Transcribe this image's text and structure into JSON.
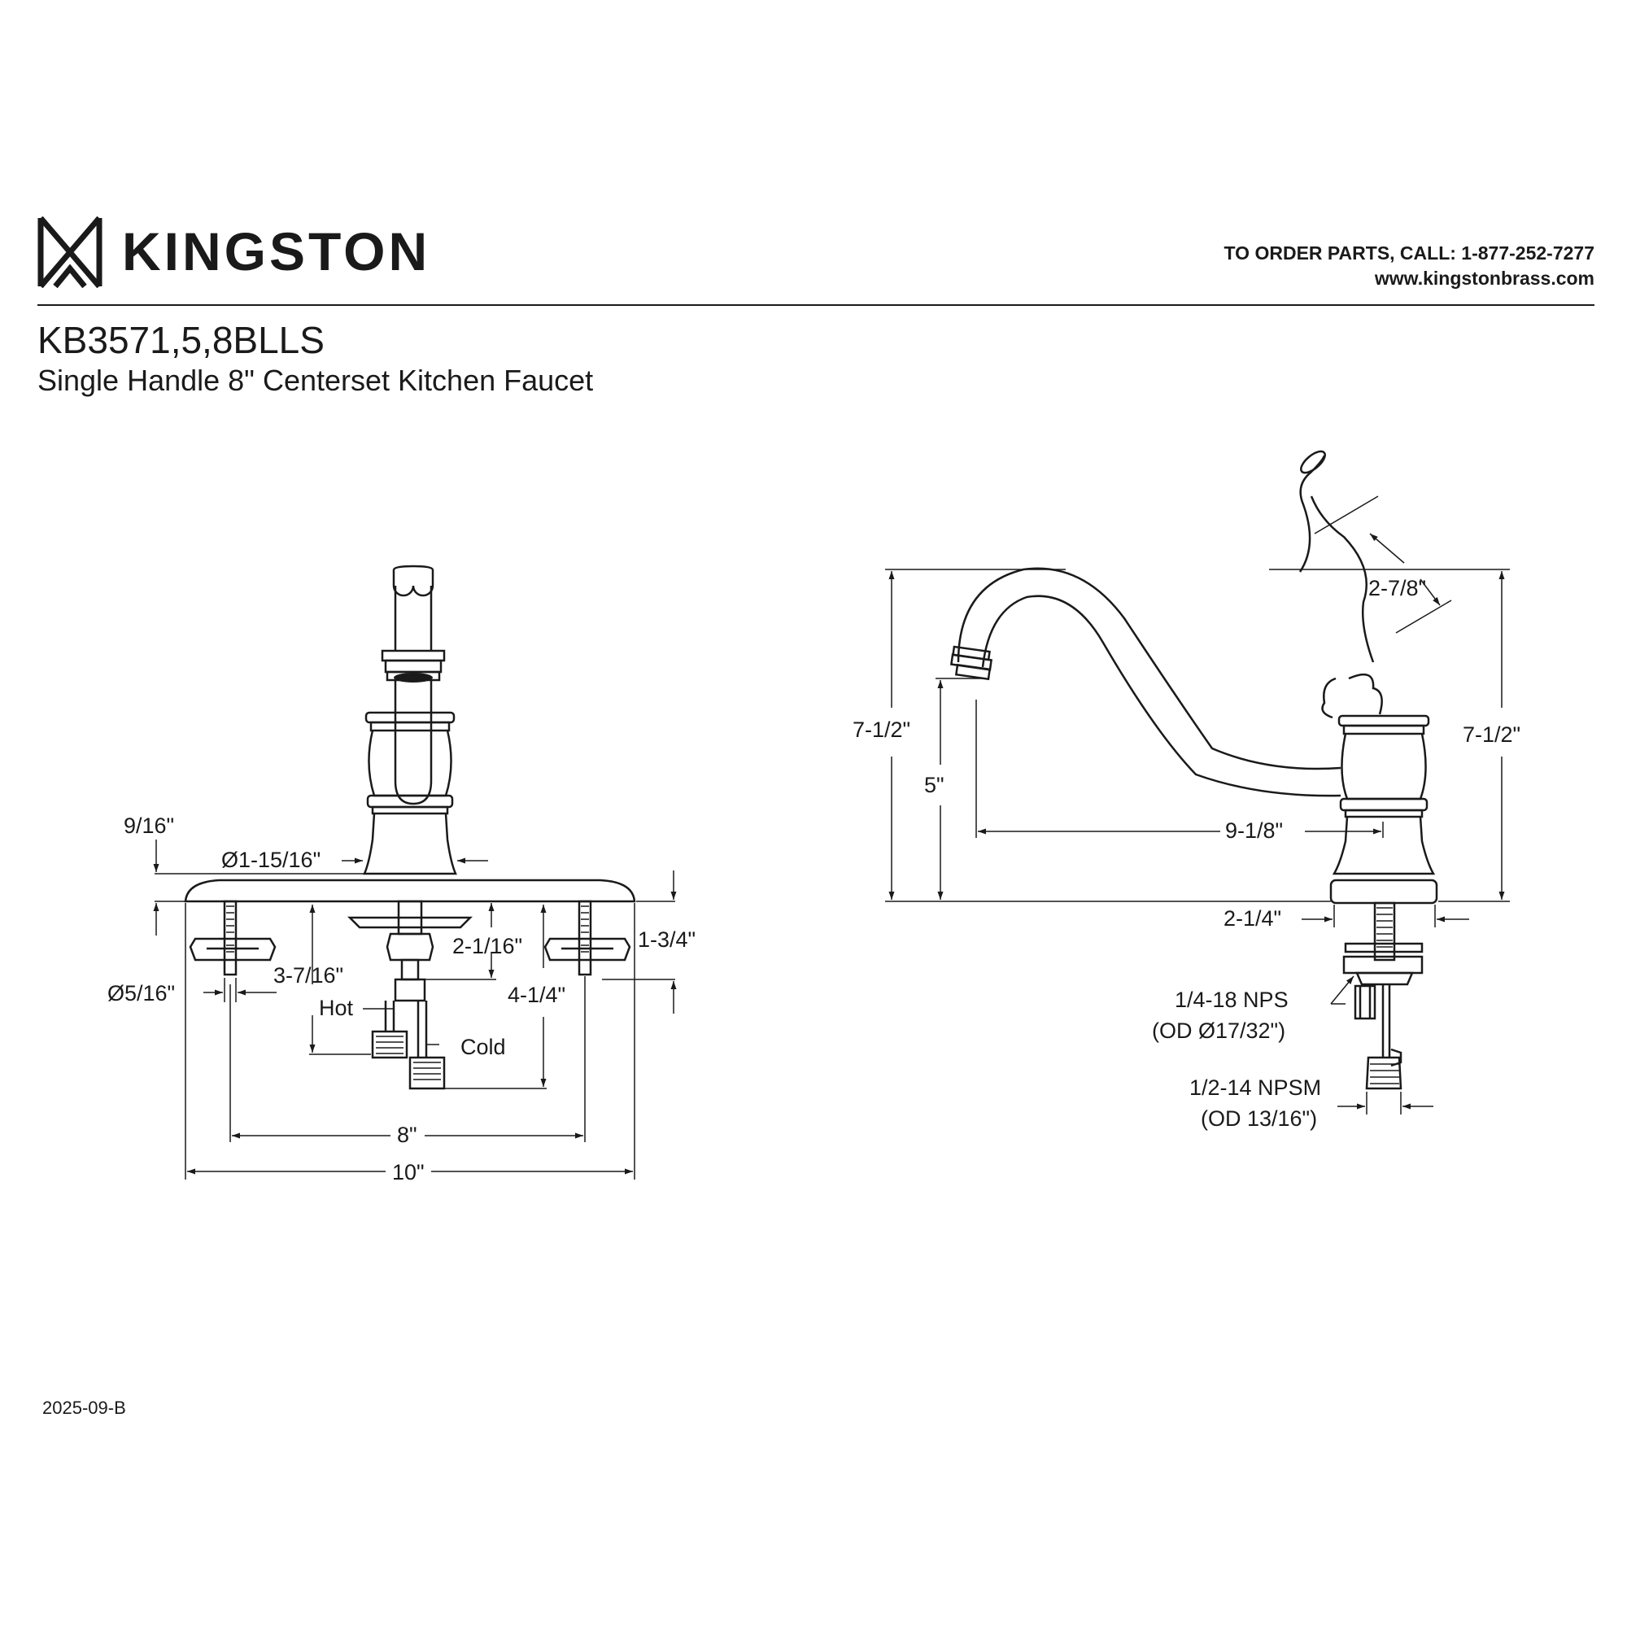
{
  "header": {
    "brand_name": "KINGSTON",
    "logo_icon": "kingston-crown-monogram",
    "contact_line1": "TO ORDER PARTS, CALL: 1-877-252-7277",
    "contact_line2": "www.kingstonbrass.com"
  },
  "product": {
    "model": "KB3571,5,8BLLS",
    "title": "Single Handle 8\" Centerset Kitchen Faucet"
  },
  "front_view": {
    "dim_plate_thickness": "9/16\"",
    "dim_base_diameter": "Ø1-15/16\"",
    "dim_shank_length": "1-3/4\"",
    "dim_supply_depth": "2-1/16\"",
    "dim_hot_depth": "3-7/16\"",
    "dim_cold_depth": "4-1/4\"",
    "dim_bolt_diameter": "Ø5/16\"",
    "label_hot": "Hot",
    "label_cold": "Cold",
    "dim_centers": "8\"",
    "dim_plate_width": "10\""
  },
  "side_view": {
    "dim_handle_length": "2-7/8\"",
    "dim_overall_height_left": "7-1/2\"",
    "dim_overall_height_right": "7-1/2\"",
    "dim_spout_clearance": "5\"",
    "dim_spout_reach": "9-1/8\"",
    "dim_shank_offset": "2-1/4\"",
    "thread_supply": "1/4-18 NPS",
    "thread_supply_od": "(OD Ø17/32\")",
    "thread_connector": "1/2-14 NPSM",
    "thread_connector_od": "(OD 13/16\")"
  },
  "footer": {
    "doc_code": "2025-09-B"
  }
}
